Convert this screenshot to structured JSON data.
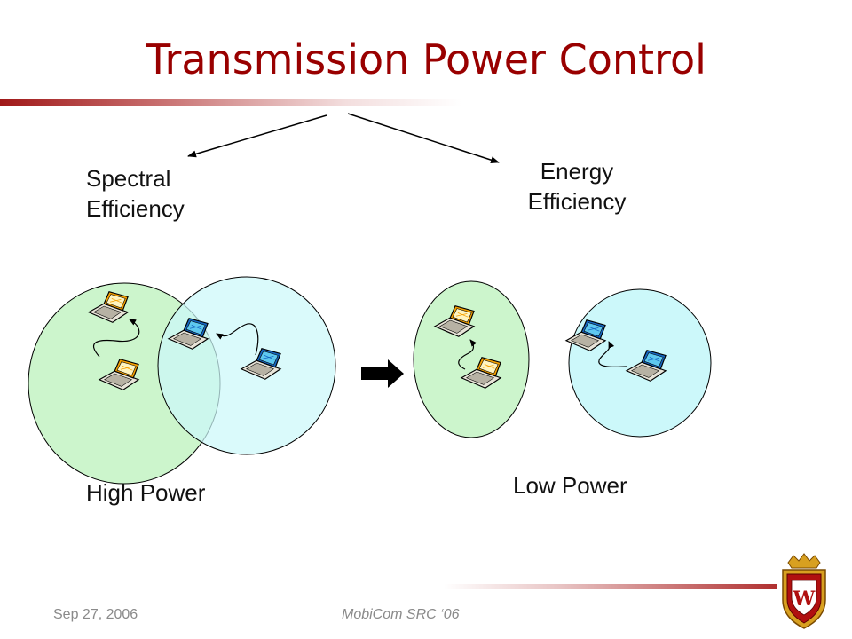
{
  "slide": {
    "title": "Transmission Power Control"
  },
  "branches": {
    "left_line1": "Spectral",
    "left_line2": "Efficiency",
    "right_line1": "Energy",
    "right_line2": "Efficiency"
  },
  "scenarios": {
    "high_power_label": "High Power",
    "low_power_label": "Low Power"
  },
  "footer": {
    "date": "Sep 27, 2006",
    "conference": "MobiCom SRC ‘06",
    "crest_letter": "W"
  },
  "colors": {
    "title": "#990000",
    "green_range": "#ccf5cc",
    "cyan_range": "#ccf8fa",
    "laptop_orange": "#f5a000",
    "laptop_blue": "#1565c0"
  }
}
